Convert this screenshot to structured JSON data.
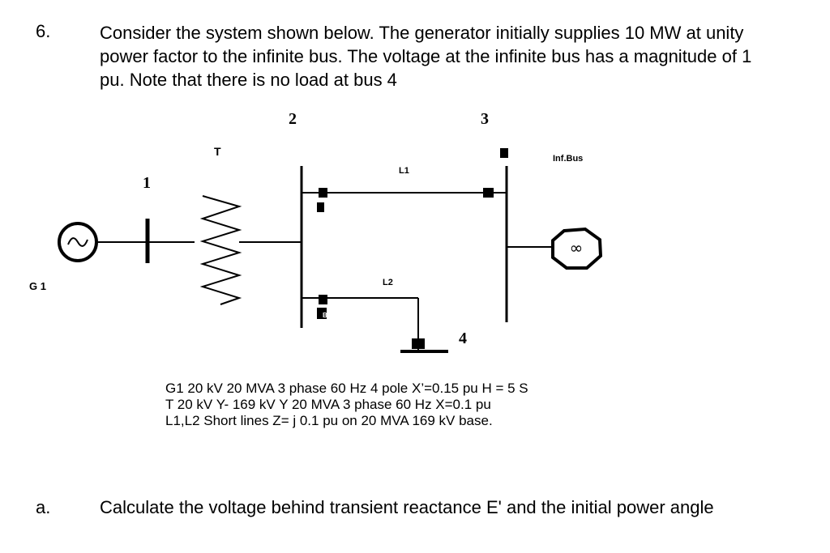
{
  "question": {
    "number": "6.",
    "lines": [
      "Consider the system shown below. The generator initially supplies 10 MW at unity",
      "power factor to the infinite bus. The voltage at the infinite bus has a magnitude of 1",
      "pu. Note that there is no load at bus 4"
    ]
  },
  "diagram": {
    "bus_labels": {
      "bus1": "1",
      "bus2": "2",
      "bus3": "3",
      "bus4": "4"
    },
    "generator_label": "G 1",
    "transformer_label": "T",
    "line1_label": "L1",
    "line2_label": "L2",
    "infinite_bus_label": "Inf.Bus",
    "breaker_labels": {
      "b1": "B1",
      "b2": "B2"
    }
  },
  "parameters": [
    "G1 20 kV 20 MVA 3 phase 60 Hz 4 pole X’=0.15 pu H = 5 S",
    "T 20 kV Y- 169 kV Y 20 MVA 3 phase 60 Hz  X=0.1 pu",
    "L1,L2 Short lines Z= j 0.1 pu on 20 MVA 169 kV base."
  ],
  "part_a": {
    "label": "a.",
    "text": "Calculate the voltage behind transient reactance E' and the initial power angle"
  }
}
